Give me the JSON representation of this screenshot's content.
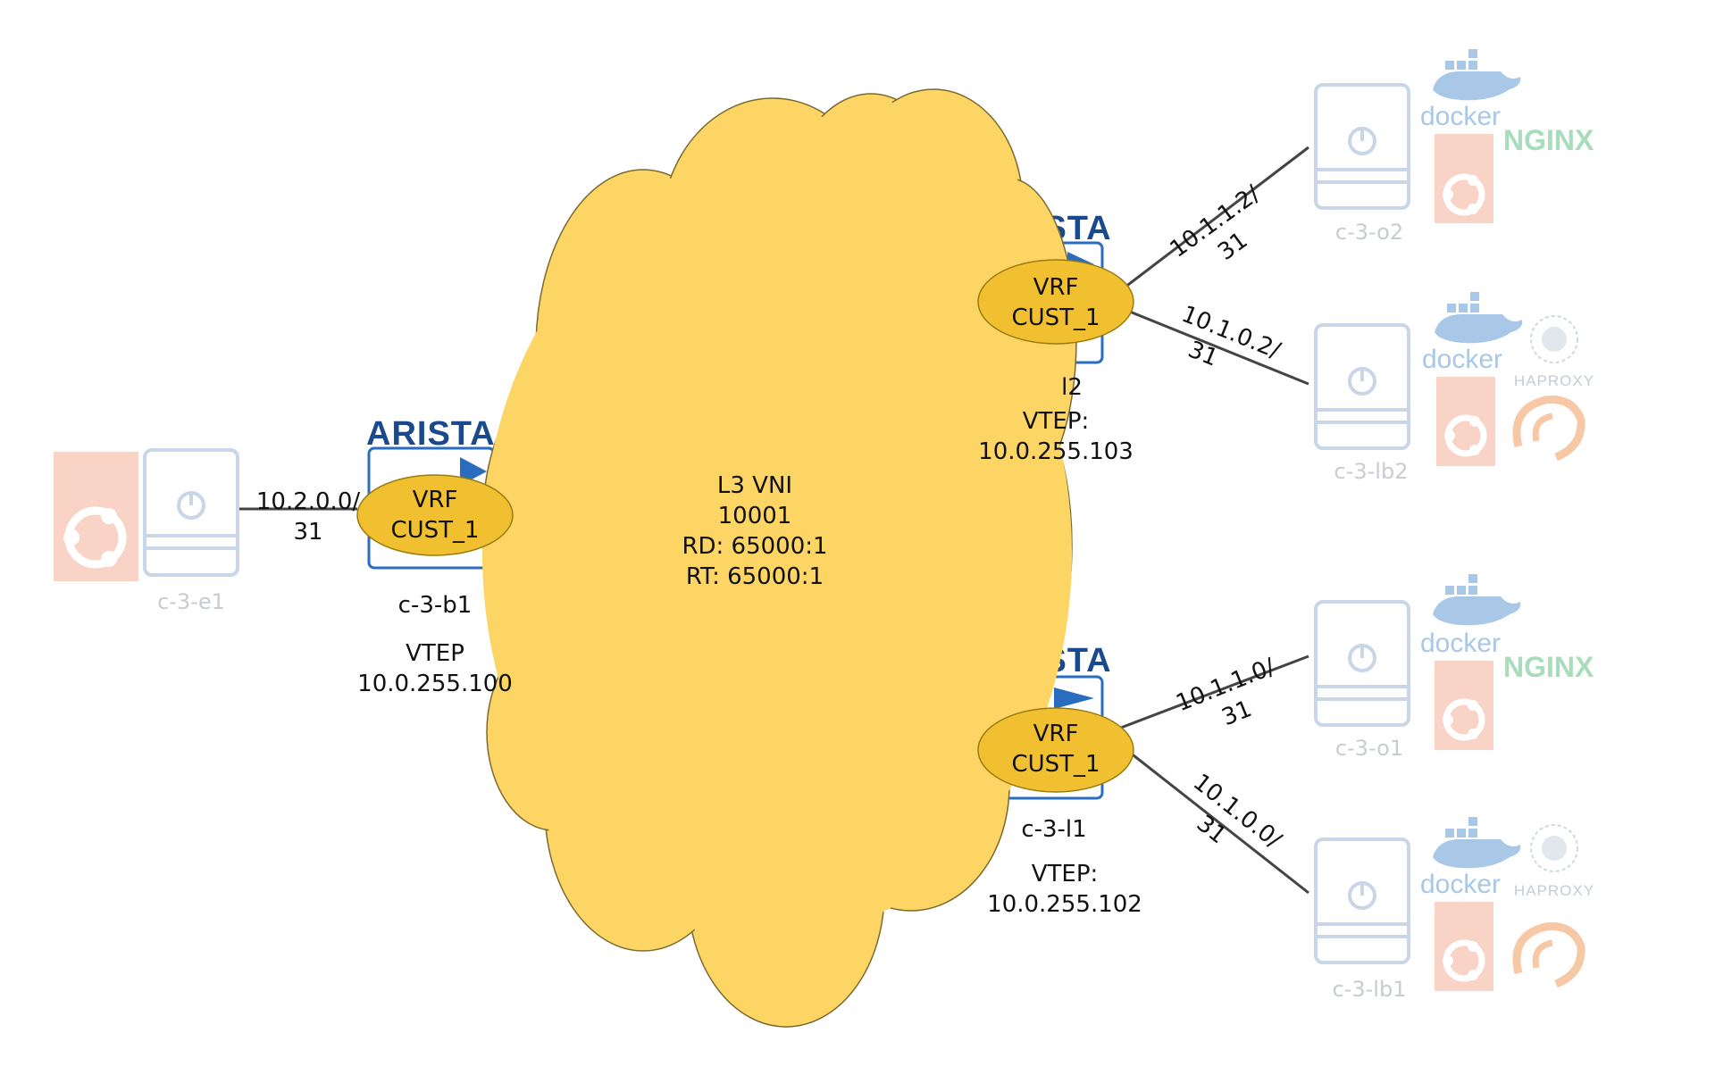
{
  "cloud": {
    "lines": [
      "L3 VNI",
      "10001",
      "RD: 65000:1",
      "RT: 65000:1"
    ],
    "fill": "#fdd565"
  },
  "switches": [
    {
      "id": "b1",
      "brand": "ARISTA",
      "vrf": [
        "VRF",
        "CUST_1"
      ],
      "name": "c-3-b1",
      "vtep": [
        "VTEP",
        "10.0.255.100"
      ]
    },
    {
      "id": "l2",
      "brand": "ARISTA",
      "vrf": [
        "VRF",
        "CUST_1"
      ],
      "name": "l2",
      "vtep": [
        "VTEP:",
        "10.0.255.103"
      ]
    },
    {
      "id": "l1",
      "brand": "ARISTA",
      "vrf": [
        "VRF",
        "CUST_1"
      ],
      "name": "c-3-l1",
      "vtep": [
        "VTEP:",
        "10.0.255.102"
      ]
    }
  ],
  "links": [
    {
      "id": "e1-b1",
      "label": [
        "10.2.0.0/",
        "31"
      ]
    },
    {
      "id": "l2-o2",
      "label": [
        "10.1.1.2/",
        "31"
      ]
    },
    {
      "id": "l2-lb2",
      "label": [
        "10.1.0.2/",
        "31"
      ]
    },
    {
      "id": "l1-o1",
      "label": [
        "10.1.1.0/",
        "31"
      ]
    },
    {
      "id": "l1-lb1",
      "label": [
        "10.1.0.0/",
        "31"
      ]
    }
  ],
  "hosts": [
    {
      "id": "e1",
      "name": "c-3-e1"
    },
    {
      "id": "o2",
      "name": "c-3-o2",
      "apps": [
        "docker",
        "NGINX"
      ]
    },
    {
      "id": "lb2",
      "name": "c-3-lb2",
      "apps": [
        "docker",
        "HAPROXY"
      ]
    },
    {
      "id": "o1",
      "name": "c-3-o1",
      "apps": [
        "docker",
        "NGINX"
      ]
    },
    {
      "id": "lb1",
      "name": "c-3-lb1",
      "apps": [
        "docker",
        "HAPROXY"
      ]
    }
  ],
  "colors": {
    "vrf_fill": "#f0c030",
    "vrf_stroke": "#9a7a10",
    "switch_blue": "#2a6dbf",
    "host_gray": "#c8d6e8",
    "ubuntu": "#f5c7b8",
    "link": "#444444"
  }
}
